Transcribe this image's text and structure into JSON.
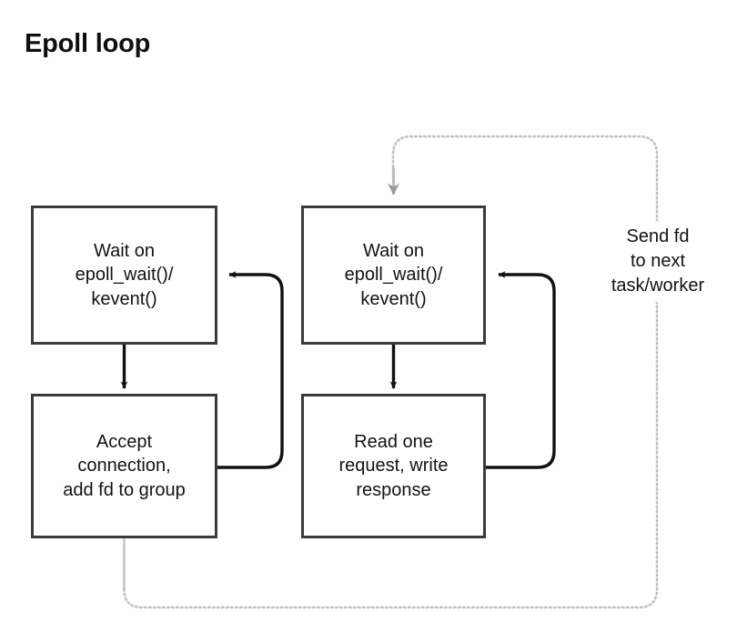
{
  "title": "Epoll loop",
  "diagram": {
    "type": "flowchart",
    "nodes": [
      {
        "id": "wait-left",
        "lines": [
          "Wait on",
          "epoll_wait()/",
          "kevent()"
        ],
        "shape": "rectangle"
      },
      {
        "id": "accept",
        "lines": [
          "Accept",
          "connection,",
          "add fd to group"
        ],
        "shape": "rectangle"
      },
      {
        "id": "wait-right",
        "lines": [
          "Wait on",
          "epoll_wait()/",
          "kevent()"
        ],
        "shape": "rectangle"
      },
      {
        "id": "read",
        "lines": [
          "Read one",
          "request, write",
          "response"
        ],
        "shape": "rectangle"
      }
    ],
    "labels": [
      {
        "id": "send-fd",
        "lines": [
          "Send fd",
          "to next",
          "task/worker"
        ]
      }
    ],
    "edges": [
      {
        "from": "wait-left",
        "to": "accept",
        "style": "solid",
        "color": "#111111"
      },
      {
        "from": "accept",
        "to": "wait-left",
        "style": "solid",
        "color": "#111111"
      },
      {
        "from": "wait-right",
        "to": "read",
        "style": "solid",
        "color": "#111111"
      },
      {
        "from": "read",
        "to": "wait-right",
        "style": "solid",
        "color": "#111111"
      },
      {
        "from": "accept",
        "to": "wait-right",
        "style": "dotted",
        "color": "#b3b3b3"
      }
    ]
  },
  "colors": {
    "node_border": "#3a3a3a",
    "node_fill": "#ffffff",
    "solid_edge": "#111111",
    "dotted_edge": "#b3b3b3",
    "text": "#121212",
    "background": "#ffffff"
  }
}
